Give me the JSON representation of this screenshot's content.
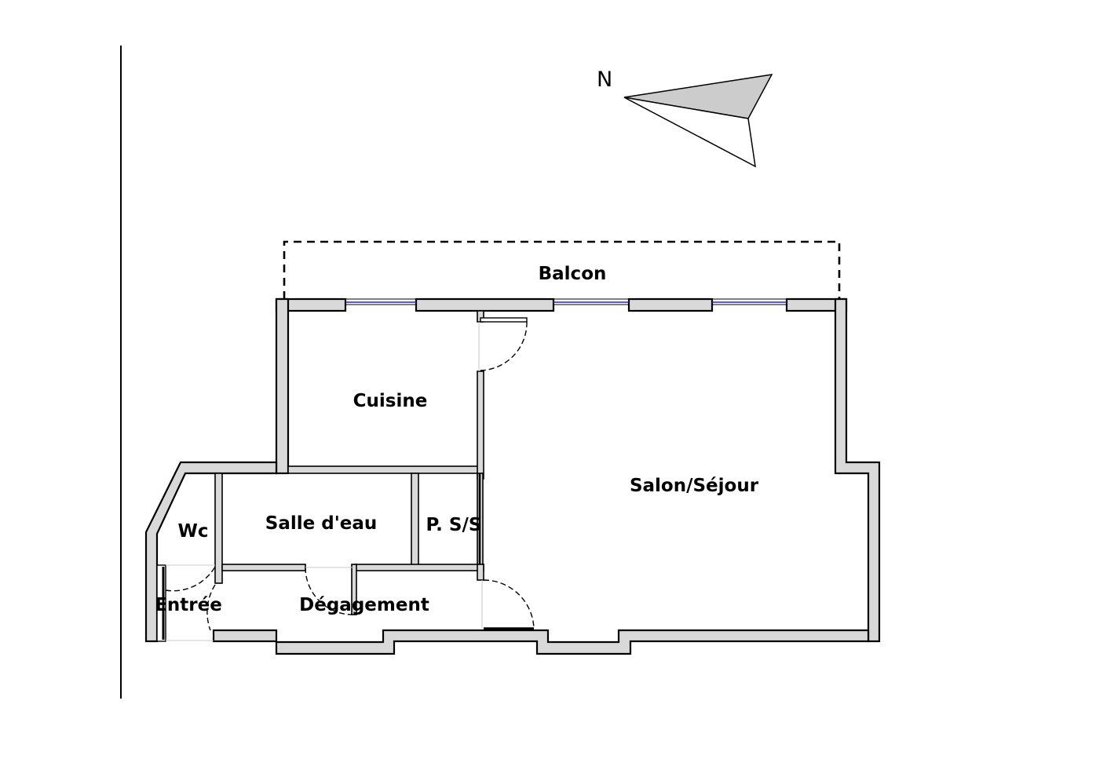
{
  "plan": {
    "north_label": "N",
    "rooms": {
      "balcon": "Balcon",
      "cuisine": "Cuisine",
      "salon": "Salon/Séjour",
      "salle_eau": "Salle d'eau",
      "wc": "Wc",
      "pss": "P. S/S",
      "entree": "Entrée",
      "degagement": "Dégagement"
    },
    "colors": {
      "wall_fill": "#d9d9d9",
      "wall_stroke": "#000000",
      "window": "#2323b8",
      "compass_fill": "#cccccc"
    }
  }
}
